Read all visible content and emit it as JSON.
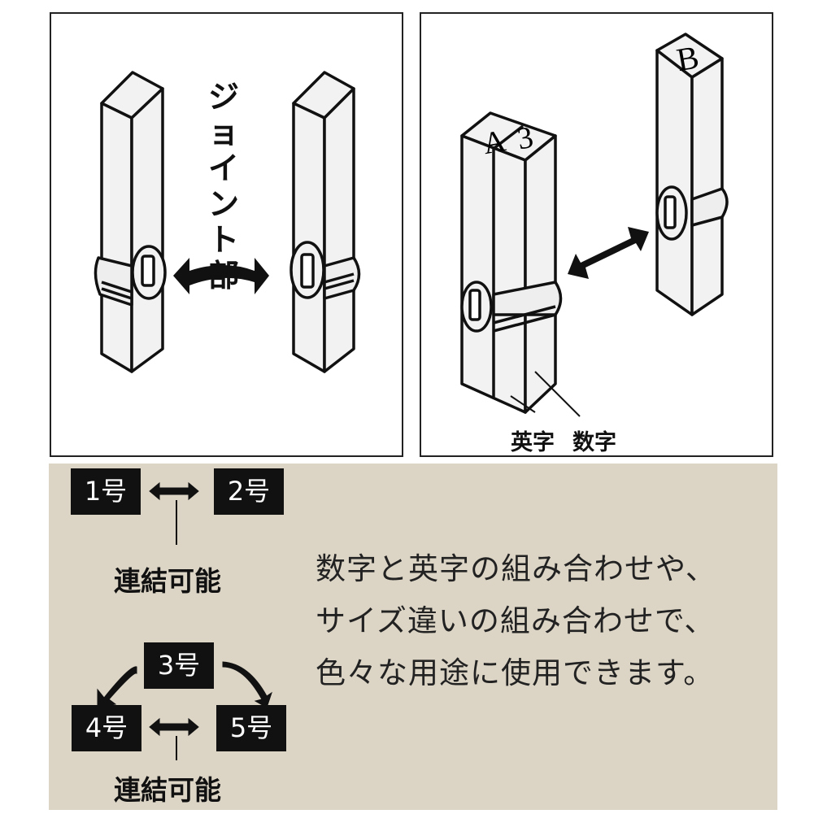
{
  "panel_left": {
    "joint_label": [
      "ジ",
      "ョ",
      "イ",
      "ン",
      "ト",
      "部"
    ]
  },
  "panel_right": {
    "letter_a": "A",
    "digit_3": "3",
    "letter_b": "B",
    "caption_alpha": "英字",
    "caption_num": "数字"
  },
  "compatibility": {
    "group1": {
      "left": "1号",
      "right": "2号",
      "label": "連結可能"
    },
    "group2": {
      "top": "3号",
      "left": "4号",
      "right": "5号",
      "label": "連結可能"
    }
  },
  "description": [
    "数字と英字の組み合わせや、",
    "サイズ違いの組み合わせで、",
    "色々な用途に使用できます。"
  ],
  "colors": {
    "band": "#dcd5c6",
    "tag": "#111111",
    "block": "#f2f2f2"
  }
}
